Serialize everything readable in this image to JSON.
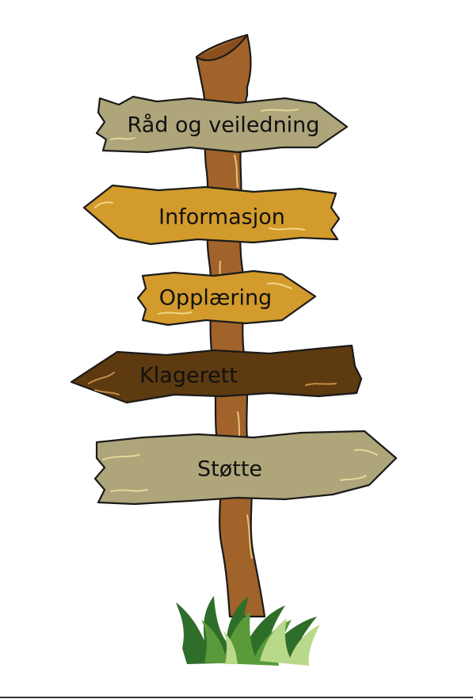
{
  "signpost": {
    "signs": [
      {
        "label": "Råd og veiledning",
        "direction": "right",
        "color": "#aea57a"
      },
      {
        "label": "Informasjon",
        "direction": "left",
        "color": "#d29b2c"
      },
      {
        "label": "Opplæring",
        "direction": "right",
        "color": "#d29b2c"
      },
      {
        "label": "Klagerett",
        "direction": "left",
        "color": "#5e3a10"
      },
      {
        "label": "Støtte",
        "direction": "right",
        "color": "#aea57a"
      }
    ],
    "post_color": "#a1632a",
    "grass_colors": [
      "#2f6e2a",
      "#5a9a3a",
      "#b9d98a"
    ]
  }
}
